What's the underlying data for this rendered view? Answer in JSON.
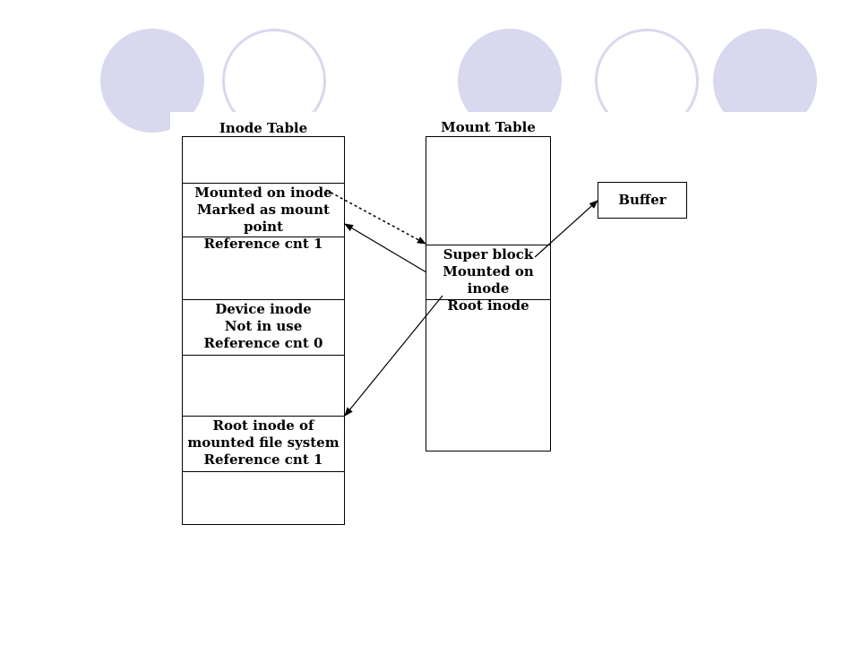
{
  "colors": {
    "decor_circle": "#d8d8ee",
    "line": "#000000",
    "background": "#ffffff"
  },
  "inode_table": {
    "title": "Inode Table",
    "mounted_on": [
      "Mounted on inode",
      "Marked as mount point",
      "Reference cnt 1"
    ],
    "device_inode": [
      "Device inode",
      "Not in use",
      "Reference cnt 0"
    ],
    "root_inode": [
      "Root inode of",
      "mounted file system",
      "Reference cnt 1"
    ]
  },
  "mount_table": {
    "title": "Mount Table",
    "entry": [
      "Super block",
      "Mounted on inode",
      "Root inode"
    ]
  },
  "buffer": {
    "label": "Buffer"
  }
}
